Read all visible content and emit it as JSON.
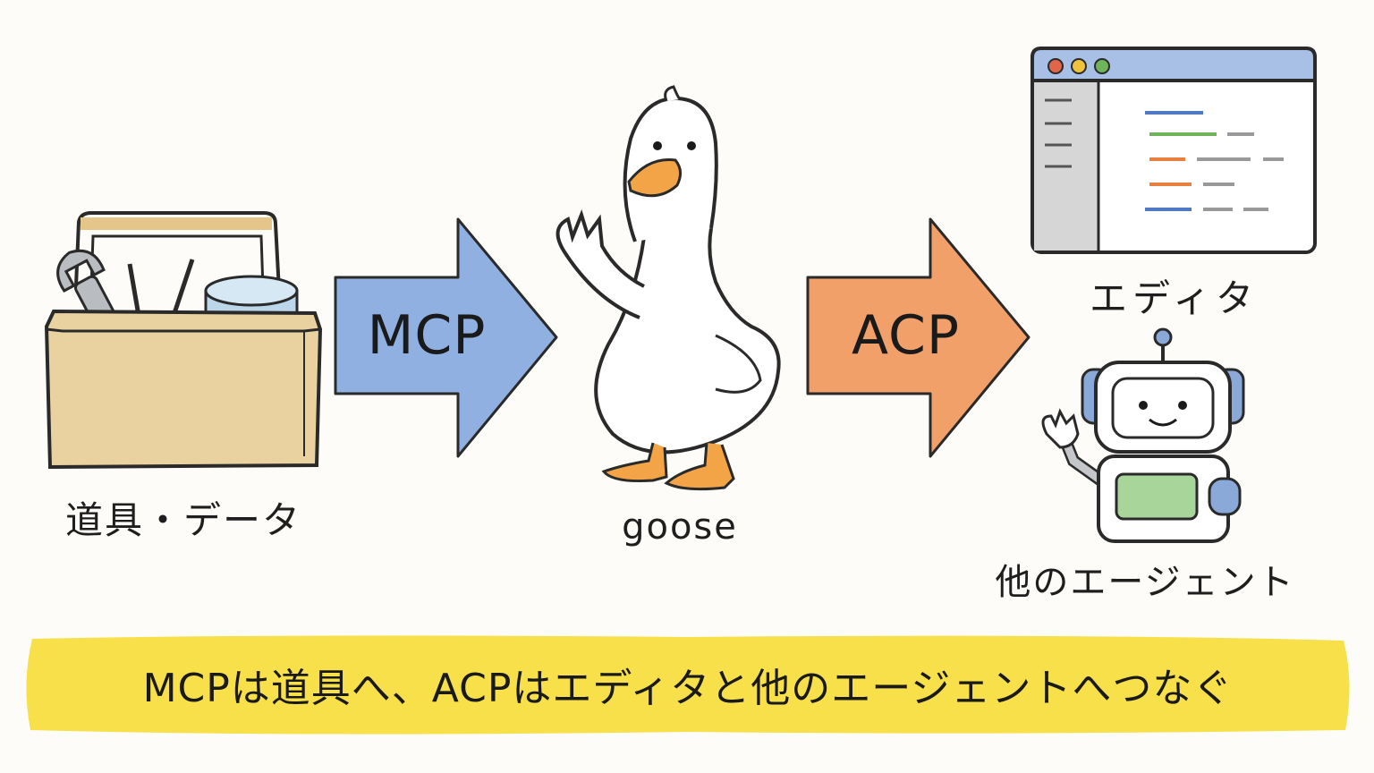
{
  "nodes": {
    "tools": {
      "label": "道具・データ",
      "icon": "toolbox-icon"
    },
    "goose": {
      "label": "goose",
      "icon": "goose-icon"
    },
    "editor": {
      "label": "エディタ",
      "icon": "code-editor-window-icon"
    },
    "agents": {
      "label": "他のエージェント",
      "icon": "robot-icon"
    }
  },
  "arrows": {
    "mcp": {
      "label": "MCP",
      "color": "#8fb0e0"
    },
    "acp": {
      "label": "ACP",
      "color": "#f2a06a"
    }
  },
  "banner": {
    "text": "MCPは道具へ、ACPはエディタと他のエージェントへつなぐ",
    "color": "#f8e04a"
  }
}
